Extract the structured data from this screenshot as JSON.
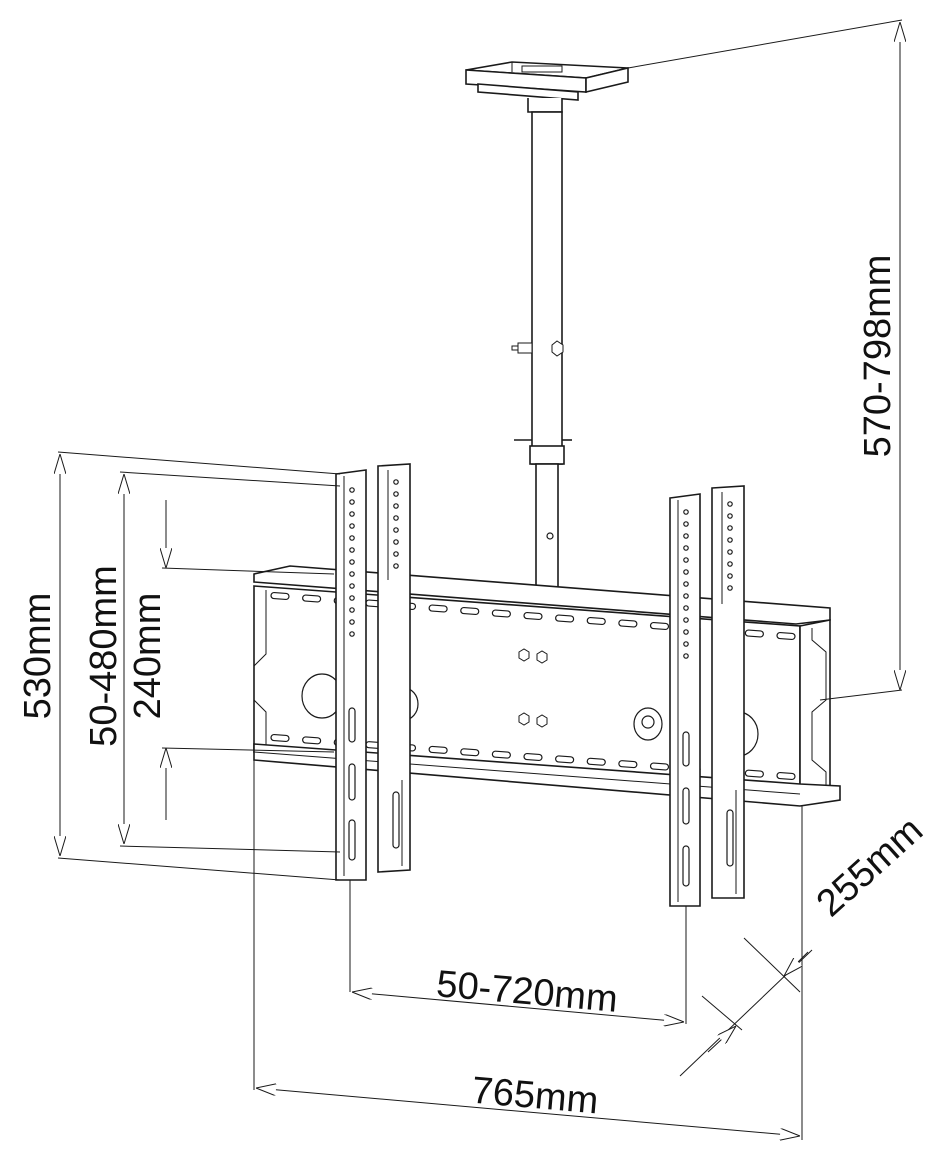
{
  "dimensions": {
    "pole_length": "570-798mm",
    "outer_height": "530mm",
    "vertical_mount_range": "50-480mm",
    "inner_height": "240mm",
    "horizontal_mount_range": "50-720mm",
    "total_width": "765mm",
    "depth": "255mm"
  }
}
